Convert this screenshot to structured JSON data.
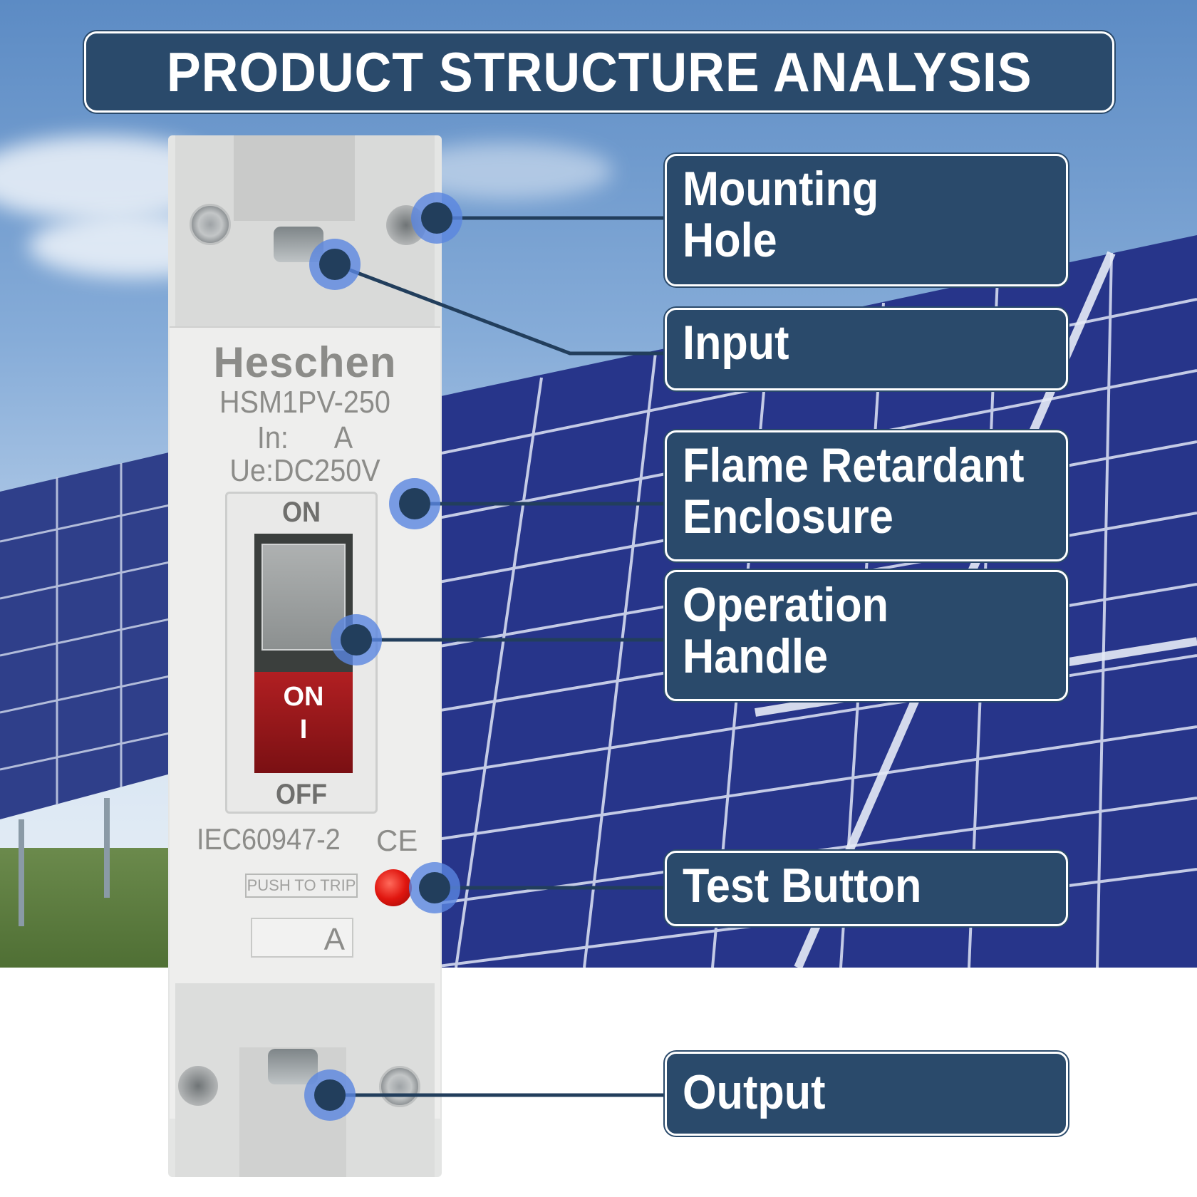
{
  "title": "PRODUCT STRUCTURE ANALYSIS",
  "device": {
    "brand": "Heschen",
    "model": "HSM1PV-250",
    "rating_line": "In:      A",
    "voltage_line": "Ue:DC250V",
    "switch_top_label": "ON",
    "switch_bottom_label": "OFF",
    "handle_on_label": "ON",
    "handle_symbol": "I",
    "standard": "IEC60947-2",
    "ce_mark": "CE",
    "trip_label": "PUSH TO TRIP",
    "rating_box_letter": "A"
  },
  "callouts": [
    {
      "id": "mounting-hole",
      "label": "Mounting\nHole"
    },
    {
      "id": "input",
      "label": "Input"
    },
    {
      "id": "flame-retardant-enclosure",
      "label": "Flame Retardant\nEnclosure"
    },
    {
      "id": "operation-handle",
      "label": "Operation\nHandle"
    },
    {
      "id": "test-button",
      "label": "Test Button"
    },
    {
      "id": "output",
      "label": "Output"
    }
  ],
  "colors": {
    "callout_fill": "#2a4a6b",
    "marker_dot": "#223e5c",
    "marker_halo": "#5a86e0",
    "handle_red": "#b11f22",
    "test_button_red": "#e0160f"
  }
}
